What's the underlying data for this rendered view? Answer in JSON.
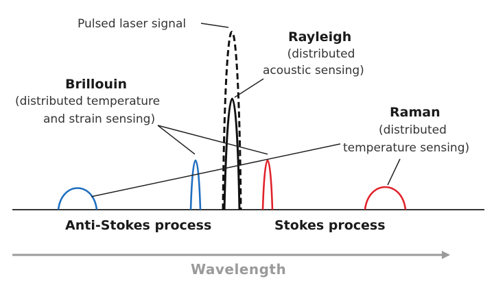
{
  "labels": {
    "pulsed_laser": "Pulsed laser signal",
    "rayleigh_title": "Rayleigh",
    "rayleigh_desc1": "(distributed",
    "rayleigh_desc2": "acoustic sensing)",
    "brillouin_title": "Brillouin",
    "brillouin_desc1": "(distributed temperature",
    "brillouin_desc2": "and strain sensing)",
    "raman_title": "Raman",
    "raman_desc1": "(distributed",
    "raman_desc2": "temperature sensing)",
    "anti_stokes": "Anti-Stokes process",
    "stokes": "Stokes process",
    "axis": "Wavelength"
  },
  "colors": {
    "brillouin": "#1f6fbf",
    "raman": "#e0222a",
    "rayleigh": "#111111",
    "axis": "#9a9a9a"
  },
  "peaks": [
    {
      "name": "raman-anti-stokes-peak",
      "process": "Anti-Stokes",
      "scattering": "Raman",
      "color_key": "brillouin"
    },
    {
      "name": "brillouin-anti-stokes-peak",
      "process": "Anti-Stokes",
      "scattering": "Brillouin",
      "color_key": "brillouin"
    },
    {
      "name": "pulsed-laser-peak",
      "scattering": "Pulsed laser signal",
      "style": "dashed",
      "color_key": "rayleigh"
    },
    {
      "name": "rayleigh-peak",
      "scattering": "Rayleigh",
      "color_key": "rayleigh"
    },
    {
      "name": "brillouin-stokes-peak",
      "process": "Stokes",
      "scattering": "Brillouin",
      "color_key": "raman"
    },
    {
      "name": "raman-stokes-peak",
      "process": "Stokes",
      "scattering": "Raman",
      "color_key": "raman"
    }
  ]
}
